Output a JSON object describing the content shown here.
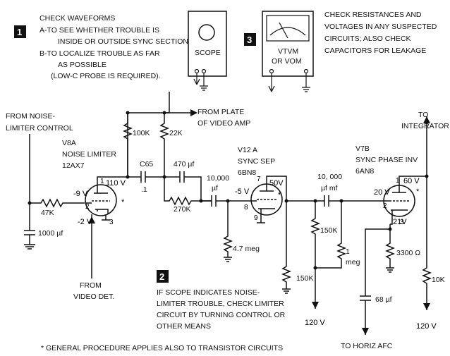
{
  "steps": {
    "s1": {
      "num": "1",
      "lines": [
        "CHECK WAVEFORMS",
        "A-TO SEE WHETHER TROUBLE IS",
        "INSIDE OR OUTSIDE SYNC SECTION",
        "B-TO LOCALIZE TROUBLE AS FAR",
        "AS POSSIBLE",
        "(LOW-C PROBE IS REQUIRED)."
      ]
    },
    "s2": {
      "num": "2",
      "lines": [
        "IF SCOPE INDICATES NOISE-",
        "LIMITER TROUBLE, CHECK LIMITER",
        "CIRCUIT BY TURNING CONTROL OR",
        "OTHER MEANS"
      ]
    },
    "s3": {
      "num": "3",
      "lines": [
        "CHECK RESISTANCES AND",
        "VOLTAGES IN ANY SUSPECTED",
        "CIRCUITS; ALSO CHECK",
        "CAPACITORS FOR LEAKAGE"
      ]
    }
  },
  "instruments": {
    "scope": "SCOPE",
    "vtvm": [
      "VTVM",
      "OR VOM"
    ]
  },
  "labels": {
    "from_noise": [
      "FROM NOISE-",
      "LIMITER CONTROL"
    ],
    "from_plate": [
      "FROM PLATE",
      "OF VIDEO AMP"
    ],
    "to_integrator": [
      "TO",
      "INTEGRATOR"
    ],
    "from_video": [
      "FROM",
      "VIDEO DET."
    ],
    "to_horiz": "TO HORIZ AFC",
    "footnote": "* GENERAL PROCEDURE APPLIES ALSO TO TRANSISTOR CIRCUITS"
  },
  "tubes": {
    "v8a": [
      "V8A",
      "NOISE LIMITER",
      "12AX7"
    ],
    "v12a": [
      "V12 A",
      "SYNC SEP",
      "6BN8"
    ],
    "v7b": [
      "V7B",
      "SYNC PHASE INV",
      "6AN8"
    ]
  },
  "components": {
    "r_100k": "100K",
    "r_22k": "22K",
    "c65": "C65",
    "c_1": ".1",
    "c_470": "470 µf",
    "r_270k": "270K",
    "c_10000": [
      "10,000",
      "µf"
    ],
    "r_47k": "47K",
    "c_1000": "1000 µf",
    "r_4_7meg": "4.7 meg",
    "c_10000_2": [
      "10, 000",
      "µf mf"
    ],
    "r_150k_a": "150K",
    "r_1meg": [
      "1",
      "meg"
    ],
    "r_150k_b": "150K",
    "r_3300": "3300 Ω",
    "c_68": "68 µf",
    "r_10k": "10K"
  },
  "voltages": {
    "v8a_plate": "110 V",
    "v8a_grid": "-9 V",
    "v8a_cath": "-2 V",
    "v12a_plate": "50V",
    "v12a_grid": "-5 V",
    "v7b_plate": "60 V",
    "v7b_grid": "20 V",
    "v7b_cath": "21V",
    "supply_a": "120 V",
    "supply_b": "120 V"
  },
  "pins": {
    "v8a": [
      "1",
      "2",
      "3"
    ],
    "v12a": [
      "7",
      "8",
      "9"
    ],
    "v7b": [
      "1",
      "2",
      "3"
    ]
  },
  "star": "*"
}
